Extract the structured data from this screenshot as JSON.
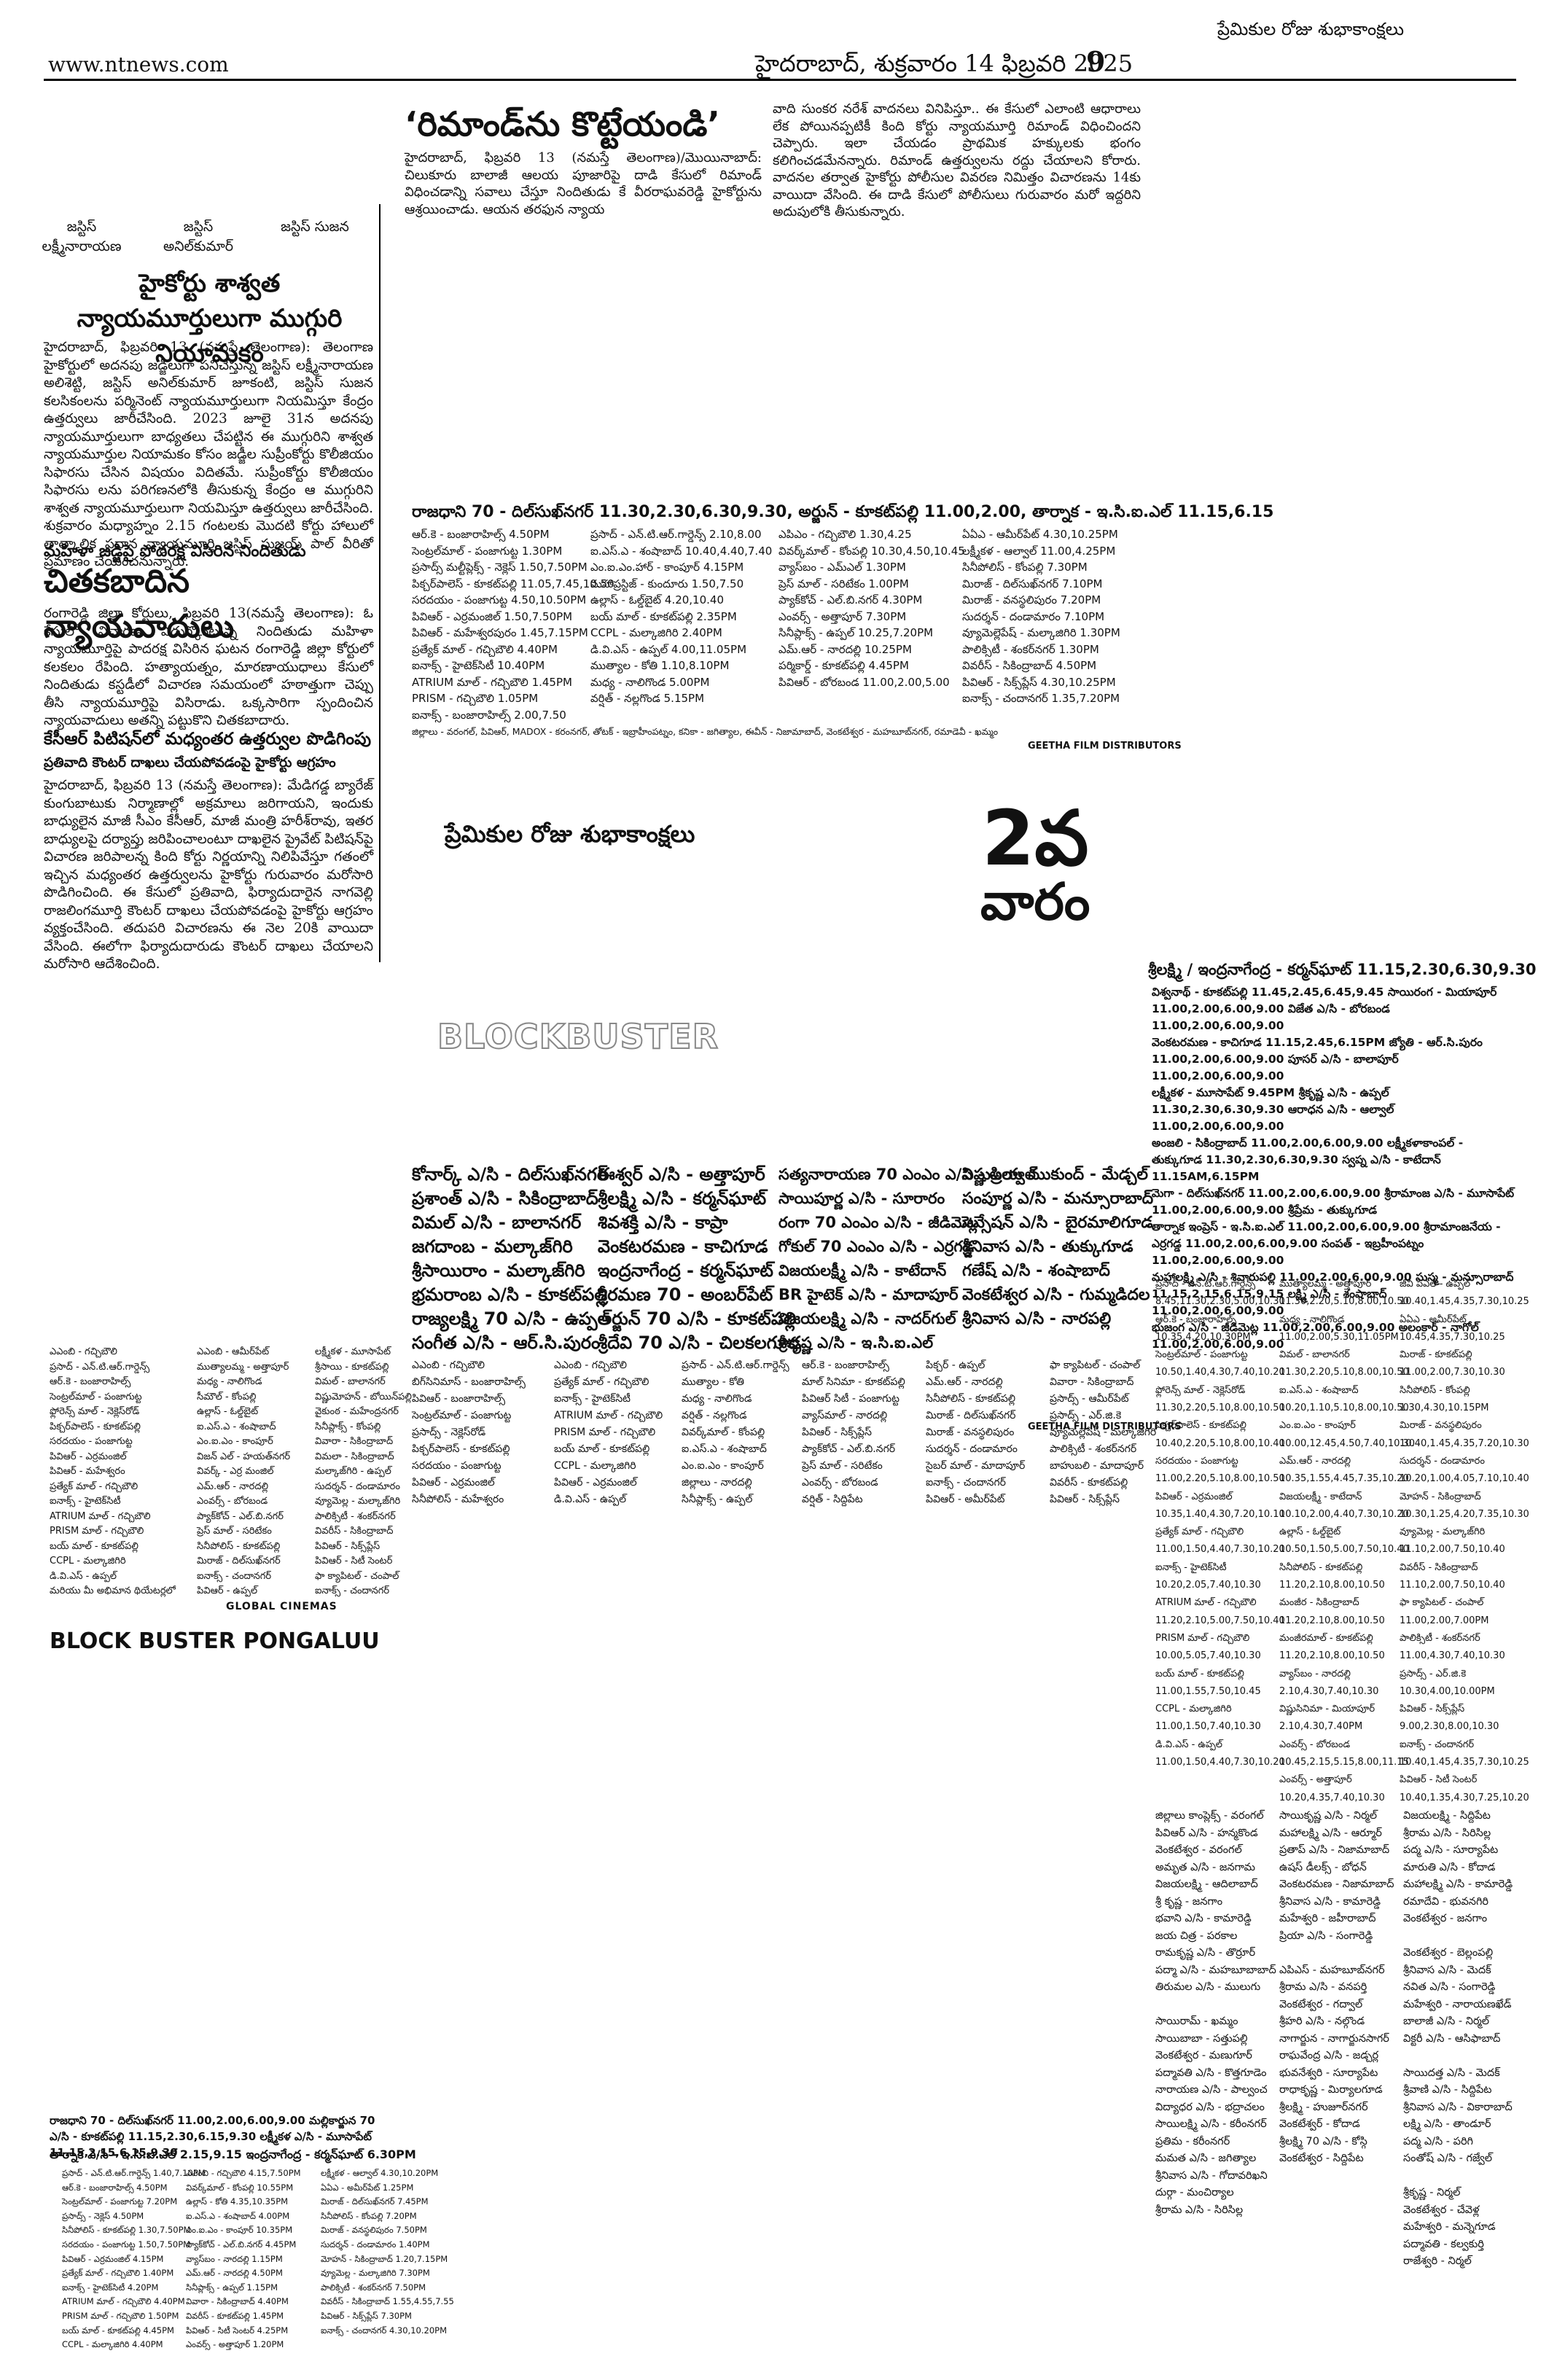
{
  "header": {
    "site": "www.ntnews.com",
    "dateline": "హైదరాబాద్‌, శుక్రవారం 14 ఫిబ్రవరి 2025",
    "page_number": "9",
    "top_right": "ప్రేమికుల రోజు శుభాకాంక్షలు"
  },
  "judges": [
    "జస్టిస్ లక్ష్మీనారాయణ",
    "జస్టిస్ అనిల్‌కుమార్",
    "జస్టిస్ సుజన"
  ],
  "article1": {
    "title": "హైకోర్టు శాశ్వత న్యాయమూర్తులుగా ముగ్గురి నియామకం",
    "body": "హైదరాబాద్‌, ఫిబ్రవరి 13 (నమస్తే తెలంగాణ): తెలంగాణ హైకోర్టులో అదనపు జడ్జీలుగా పనిచేస్తున్న జస్టిస్ లక్ష్మీనారాయణ అలిశెట్టి, జస్టిస్ అనిల్‌కుమార్ జూకంటి, జస్టిస్ సుజన కలసికంలను పర్మినెంట్ న్యాయమూర్తులుగా నియమిస్తూ కేంద్రం ఉత్తర్వులు జారీచేసింది. 2023 జూలై 31న అదనపు న్యాయమూర్తులుగా బాధ్యతలు చేపట్టిన ఈ ముగ్గురిని శాశ్వత న్యాయమూర్తుల నియామకం కోసం జడ్జీల సుప్రీంకోర్టు కొలీజియం సిఫారసు చేసిన విషయం విదితమే. సుప్రీంకోర్టు కొలీజియం సిఫారసు లను పరిగణనలోకి తీసుకున్న కేంద్రం ఆ ముగ్గురిని శాశ్వత న్యాయమూర్తులుగా నియమిస్తూ ఉత్తర్వులు జారీచేసింది. శుక్రవారం మధ్యాహ్నం 2.15 గంటలకు మొదటి కోర్టు హాలులో తాత్కాలిక ప్రధాన న్యాయమూర్తి జస్టిస్ సుజయ్ పాల్ వీరితో ప్రమాణం చేయించనున్నారు."
  },
  "article2": {
    "kicker": "మహిళా జడ్జిపై పోదరక్ష విసిరిన నిందితుడు",
    "title": "చితకబాదిన న్యాయవాదులు",
    "body": "రంగారెడ్డి జిల్లా కోర్టులు, ఫిబ్రవరి 13(నమస్తే తెలంగాణ): ఓ కేసులో విచారణ ఎదుర్కొంటున్న నిందితుడు మహిళా న్యాయమూర్తిపై పాదరక్ష విసిరిన ఘటన రంగారెడ్డి జిల్లా కోర్టులో కలకలం రేపింది. హత్యాయత్నం, మారణాయుధాలు కేసులో నిందితుడు కస్టడీలో విచారణ సమయంలో హఠాత్తుగా చెప్పు తీసి న్యాయమూర్తిపై విసిరాడు. ఒక్కసారిగా స్పందించిన న్యాయవాదులు అతన్ని పట్టుకొని చితకబాదారు."
  },
  "article3": {
    "kicker": "కేసీఆర్ పిటిషన్‌లో మధ్యంతర ఉత్తర్వుల పొడిగింపు",
    "subkicker": "ప్రతివాది కౌంటర్ దాఖలు చేయపోవడంపై హైకోర్టు ఆగ్రహం",
    "body": "హైదరాబాద్‌, ఫిబ్రవరి 13 (నమస్తే తెలంగాణ): మేడిగడ్డ బ్యారేజ్ కుంగుబాటుకు నిర్మాణాల్లో అక్రమాలు జరిగాయని, ఇందుకు బాధ్యులైన మాజీ సీఎం కేసీఆర్, మాజీ మంత్రి హరీశ్‌రావు, ఇతర బాధ్యులపై దర్యాప్తు జరిపించాలంటూ దాఖలైన ప్రైవేట్ పిటిషన్‌పై విచారణ జరిపాలన్న కింది కోర్టు నిర్ణయాన్ని నిలిపివేస్తూ గతంలో ఇచ్చిన మధ్యంతర ఉత్తర్వులను హైకోర్టు గురువారం మరోసారి పొడిగించింది. ఈ కేసులో ప్రతివాది, ఫిర్యాదుదారైన నాగవెల్లి రాజలింగమూర్తి కౌంటర్ దాఖలు చేయపోవడంపై హైకోర్టు ఆగ్రహం వ్యక్తంచేసింది. తదుపరి విచారణను ఈ నెల 20కి వాయిదా వేసింది. ఈలోగా ఫిర్యాదుదారుడు కౌంటర్ దాఖలు చేయాలని మరోసారి ఆదేశించింది."
  },
  "article4": {
    "title": "‘రిమాండ్‌ను కొట్టేయండి’",
    "col1": "హైదరాబాద్‌, ఫిబ్రవరి 13 (నమస్తే తెలంగాణ)/మొయినాబాద్: చిలుకూరు బాలాజీ ఆలయ పూజారిపై దాడి కేసులో రిమాండ్ విధించడాన్ని సవాలు చేస్తూ నిందితుడు కే వీరరాఘవరెడ్డి హైకోర్టును ఆశ్రయించాడు. ఆయన తరఫున న్యాయ",
    "col2": "వాది సుంకర నరేశ్ వాదనలు వినిపిస్తూ.. ఈ కేసులో ఎలాంటి ఆధారాలు లేక పోయినప్పటికీ కింది కోర్టు న్యాయమూర్తి రిమాండ్ విధించిందని చెప్పారు. ఇలా చేయడం ప్రాథమిక హక్కులకు భంగం కలిగించడమేనన్నారు. రిమాండ్ ఉత్తర్వులను రద్దు చేయాలని కోరారు. వాదనల తర్వాత హైకోర్టు పోలీసుల వివరణ నిమిత్తం విచారణను 14కు వాయిదా వేసింది. ఈ దాడి కేసులో పోలీసులు గురువారం మరో ఇద్దరిని అదుపులోకి తీసుకున్నారు."
  },
  "ad1": {
    "headline": "రాజధాని 70 - దిల్‌సుఖ్‌నగర్ 11.30,2.30,6.30,9.30, అర్జున్ - కూకట్‌పల్లి 11.00,2.00, తార్నాక - ఇ.సి.ఐ.ఎల్ 11.15,6.15",
    "col1": "ఆర్.కె - బంజారాహిల్స్ 4.50PM\nసెంట్రల్‌మాల్ - పంజాగుట్ట 1.30PM\nప్రసాద్స్ మల్టీప్లెక్స్ - నెక్లెస్ 1.50,7.50PM\nపిక్చర్‌పాలెస్ - కూకట్‌పల్లి 11.05,7.45,10.50\nసరదయం - పంజాగుట్ట 4.50,10.50PM\nపివిఆర్ - ఎర్రమంజిల్ 1.50,7.50PM\nపివిఆర్ - మహేశ్వరపురం 1.45,7.15PM\nప్రత్యేక్ మాల్ - గచ్చిబౌలి 4.40PM\nఐనాక్స్ - హైటెక్‌సిటీ 10.40PM\nATRIUM మాల్ - గచ్చిబౌలి 1.45PM\nPRISM - గచ్చిబౌలి 1.05PM\nఐనాక్స్ - బంజారాహిల్స్ 2.00,7.50",
    "col2": "ప్రసాద్ - ఎన్.టి.ఆర్.గార్డెన్స్ 2.10,8.00\nఐ.ఎస్.ఎ - శంషాబాద్ 10.40,4.40,7.40\nఎం.ఐ.ఎం.హార్ - కాంపూర్ 4.15PM\nమహాప్రస్టిజ్ - కుందూరు 1.50,7.50\nఉల్లాస్ - ఓల్డ్‌బైట్ 4.20,10.40\nబయ్ మాల్ - కూకట్‌పల్లి 2.35PM\nCCPL - మల్కాజిగిరి 2.40PM\nడి.వి.ఎస్ - ఉప్పల్ 4.00,11.05PM\nముత్యాల - కోతి 1.10,8.10PM\nమధ్య - నాలిగొండ 5.00PM\nవర్షిత్ - నల్లగొండ 5.15PM",
    "col3": "ఎపిఎం - గచ్చిబౌలి 1.30,4.25\nవివర్క్‌మాల్ - కోంపల్లి 10.30,4.50,10.45\nవ్యాస్‌బం - ఎమ్‌ఎల్ 1.30PM\nప్రెస్ మాల్ - సరిటేకం 1.00PM\nప్యాక్‌కోచ్ - ఎల్.బి.నగర్ 4.30PM\nఎంవర్స్ - అత్తాపూర్ 7.30PM\nసినీప్లాక్స్ - ఉప్పల్ 10.25,7.20PM\nఎమ్.ఆర్ - నారదల్లి 10.25PM\nపర్మికార్డ్ - కూకట్‌పల్లి 4.45PM\nపివిఆర్ - బోరబండ 11.00,2.00,5.00",
    "col4": "ఏఏఎ - ఆమీర్‌పేట్ 4.30,10.25PM\nలక్ష్మీకళ - ఆల్వాల్ 11.00,4.25PM\nసినీపోలిస్ - కోంపల్లి 7.30PM\nమిరాజ్ - దిల్‌సుఖ్‌నగర్ 7.10PM\nమిరాజ్ - వనస్థలిపురం 7.20PM\nసుదర్శన్ - దండామారం 7.10PM\nవ్యూమెల్లెపేష్ - మల్కాజిగిరి 1.30PM\nపాలిక్సిటీ - శంకర్‌నగర్ 1.30PM\nవివరీస్ - సికింద్రాబాద్ 4.50PM\nపివిఆర్ - సిక్స్‌ప్లేస్ 4.30,10.25PM\nఐనాక్స్ - చందానగర్ 1.35,7.20PM",
    "footer": "జిల్లాలు - వరంగల్, పివిఆర్, MADOX - కరంనగర్, తోటక్ - ఇబ్రాహీంపట్నం, కనికా - జగిత్యాల, ఈవీన్ - నిజామాబాద్, వెంకటేశ్వర - మహబూబ్‌నగర్, రమాడెవీ - ఖమ్మం",
    "distributor": "GEETHA FILM DISTRIBUTORS"
  },
  "mid_ad": {
    "wishes": "ప్రేమికుల రోజు శుభాకాంక్షలు",
    "week_number": "2వ",
    "week_word": "వారం",
    "blockbuster": "BLOCKBUSTER"
  },
  "ad2": {
    "big_col1": "కోనార్క్ ఎ/సి - దిల్‌సుఖ్‌నగర్\nప్రశాంత్ ఎ/సి - సికింద్రాబాద్\nవిమల్ ఎ/సి - బాలానగర్\nజగదాంబ - మల్కాజ్‌గిరి\nశ్రీసాయిరాం - మల్కాజ్‌గిరి\nభ్రమరాంబ ఎ/సి - కూకట్‌పల్లి\nరాజ్యలక్ష్మి 70 ఎ/సి - ఉప్పల్\nసంగీత ఎ/సి - ఆర్.సి.పురం",
    "big_col2": "ఈశ్వర్ ఎ/సి - అత్తాపూర్\nశ్రీలక్ష్మి ఎ/సి - కర్మన్‌ఘాట్\nశివశక్తి ఎ/సి - కాప్రా\nవెంకటరమణ - కాచిగూడ\nఇంద్రనాగేంద్ర - కర్మన్‌ఘాట్\nశ్రీరమణ 70 - అంబర్‌పేట్\nఅర్జున్ 70 ఎ/సి - కూకట్‌పల్లి\nశ్రీదేవి 70 ఎ/సి - చిలకలగూడ",
    "big_col3": "సత్యనారాయణ 70 ఎంఎం ఎ/సి - అల్వాల్\nసాయిపూర్ణ ఎ/సి - సూరారం\nరంగా 70 ఎంఎం ఎ/సి - జీడిమెట్ల\nగోకుల్ 70 ఎంఎం ఎ/సి - ఎర్రగడ్డ\nవిజయలక్ష్మీ ఎ/సి - కాటేదాన్\nBR హైటెక్ ఎ/సి - మాదాపూర్\nవిజయలక్ష్మి ఎ/సి - నాదర్‌గుల్\nశ్రీకృష్ణ ఎ/సి - ఇ.సి.ఐ.ఎల్",
    "big_col4": "విష్ణుప్రియ ముకుంద్ - మేడ్చల్\nసంపూర్ణ ఎ/సి - మన్సూరాబాద్\nసెన్సేషన్ ఎ/సి - బైరమాలిగూడ\nశ్రీనివాస ఎ/సి - తుక్కుగూడ\nగణేష్ ఎ/సి - శంషాబాద్\nవెంకటేశ్వర ఎ/సి - గుమ్మడిదల\nశ్రీనివాస ఎ/సి - నారపల్లి",
    "small_col1": "ఎఎంబి - గచ్చిబౌలి\nబిగ్‌సినిమాస్ - బంజారాహిల్స్\nపివిఆర్ - బంజారాహిల్స్\nసెంట్రల్‌మాల్ - పంజాగుట్ట\nప్రసాద్స్ - నెక్లెస్‌రోడ్\nపిక్చర్‌పాలెస్ - కూకట్‌పల్లి\nసరదయం - పంజాగుట్ట\nపివిఆర్ - ఎర్రమంజిల్\nసినీపోలిస్ - మహేశ్వరం",
    "small_col2": "ఎఎంబి - గచ్చిబౌలి\nప్రత్యేక్ మాల్ - గచ్చిబౌలి\nఐనాక్స్ - హైటెక్‌సిటీ\nATRIUM మాల్ - గచ్చిబౌలి\nPRISM మాల్ - గచ్చిబౌలి\nబయ్ మాల్ - కూకట్‌పల్లి\nCCPL - మల్కాజిగిరి\nపివిఆర్ - ఎర్రమంజిల్\nడి.వి.ఎస్ - ఉప్పల్",
    "small_col3": "ప్రసాద్ - ఎన్.టి.ఆర్.గార్డెన్స్\nముత్యాల - కోతి\nమధ్య - నాలిగొండ\nవర్షిత్ - నల్లగొండ\nవివర్క్‌మాల్ - కోంపల్లి\nఐ.ఎస్.ఎ - శంషాబాద్\nఎం.ఐ.ఎం - కాంపూర్\nజిల్లాలు - నారదల్లి\nసినీప్లాక్స్ - ఉప్పల్",
    "small_col4": "ఆర్.కె - బంజారాహిల్స్\nమాల్ సినిమా - కూకట్‌పల్లి\nపివిఆర్ సిటీ - పంజాగుట్ట\nవ్యాస్‌మాల్ - నారదల్లి\nపివిఆర్ - సిక్స్‌ప్లేస్\nప్యాక్‌కోచ్ - ఎల్.బి.నగర్\nప్రెస్ మాల్ - సరిటేకం\nఎంవర్స్ - బోరబండ\nవర్షిత్ - సిద్దిపేట",
    "small_col5": "పిక్చర్ - ఉప్పల్\nఎమ్.ఆర్ - నారదల్లి\nసినీపోలిస్ - కూకట్‌పల్లి\nమిరాజ్ - దిల్‌సుఖ్‌నగర్\nమిరాజ్ - వనస్థలిపురం\nసుదర్శన్ - దండామారం\nసైబర్ మాల్ - మాదాపూర్\nఐనాక్స్ - చందానగర్\nపివిఆర్ - అమీర్‌పేట్",
    "small_col6": "ఫా క్యాపిటల్ - చంపాల్\nవివారా - సికింద్రాబాద్\nప్రసాద్స్ - ఆమీర్‌పేట్\nప్రసాద్స్ - ఎర్.జి.కె\nవ్యూమెల్లెపేష్ - మల్కాజిగిరి\nపాలిక్సిటీ - శంకర్‌నగర్\nబాహుబలి - మాదాపూర్\nవివరీస్ - కూకట్‌పల్లి\nపివిఆర్ - సిక్స్‌ప్లేస్",
    "distributor": "GEETHA FILM DISTRIBUTORS"
  },
  "ad3": {
    "col1": "ఎఎంబి - గచ్చిబౌలి\nప్రసాద్ - ఎన్.టి.ఆర్.గార్డెన్స్\nఆర్.కె - బంజారాహిల్స్\nసెంట్రల్‌మాల్ - పంజాగుట్ట\nఫ్లోరెన్స్ మాల్ - నెక్లెస్‌రోడ్\nపిక్చర్‌పాలెస్ - కూకట్‌పల్లి\nసరదయం - పంజాగుట్ట\nపివిఆర్ - ఎర్రమంజిల్\nపివిఆర్ - మహేశ్వరం\nప్రత్యేక్ మాల్ - గచ్చిబౌలి\nఐనాక్స్ - హైటెక్‌సిటీ\nATRIUM మాల్ - గచ్చిబౌలి\nPRISM మాల్ - గచ్చిబౌలి\nబయ్ మాల్ - కూకట్‌పల్లి\nCCPL - మల్కాజిగిరి\nడి.వి.ఎస్ - ఉప్పల్\nమరియు మీ అభిమాన థియేటర్లలో",
    "col2": "ఎఎంబి - ఆమీర్‌పేట్\nముత్యాలమ్మ - అత్తాపూర్\nమధ్య - నాలిగొండ\nసీమౌల్ - కోంపల్లి\nఉల్లాస్ - ఓల్డ్‌బైట్\nఐ.ఎస్.ఎ - శంషాబాద్\nఎం.ఐ.ఎం - కాంపూర్\nవిజన్ ఎల్ - హయత్‌నగర్\nవివర్క్ - ఎర్ర మంజిల్\nఎమ్.ఆర్ - నారదల్లి\nఎంవర్స్ - బోరబండ\nప్యాక్‌కోచ్ - ఎల్.బి.నగర్\nప్రెస్ మాల్ - సరిటేకం\nసినీపోలిస్ - కూకట్‌పల్లి\nమిరాజ్ - దిల్‌సుఖ్‌నగర్\nఐనాక్స్ - చందానగర్\nపివిఆర్ - ఉప్పల్",
    "col3": "లక్ష్మీకళ - మూసాపేట్\nశ్రీసాయి - కూకట్‌పల్లి\nవిమల్ - బాలానగర్\nవిష్ణుమోహన్ - బోయిన్‌పల్లి\nవైకుంఠ - మహేంద్రనగర్\nసినీప్లాక్స్ - కోంపల్లి\nవివారా - సికింద్రాబాద్\nవిమలా - సికింద్రాబాద్\nమల్కాజ్‌గిరి - ఉప్పల్\nసుదర్శన్ - దండామారం\nవ్యూమెల్ల - మల్కాజ్‌గిరి\nపాలిక్సిటీ - శంకర్‌నగర్\nవివరీస్ - సికింద్రాబాద్\nపివిఆర్ - సిక్స్‌ప్లేస్\nపివిఆర్ - సిటీ సెంటర్\nఫా క్యాపిటల్ - చంపాల్\nఐనాక్స్ - చందానగర్",
    "global": "GLOBAL CINEMAS",
    "banner": "BLOCK BUSTER PONGALUU"
  },
  "ad4": {
    "headline": "రాజధాని 70 - దిల్‌సుఖ్‌నగర్ 11.00,2.00,6.00,9.00   మల్లికార్జున 70 ఎ/సి - కూకట్‌పల్లి 11.15,2.30,6.15,9.30   లక్ష్మీకళ ఎ/సి - మూసాపేట్ 11.15,2.15,6.15,9.30",
    "line2": "తార్నాక ఎ/సి - ఇ.సి.ఐ.ఎల్ 2.15,9.15   ఇంద్రనాగేంద్ర - కర్మన్‌ఘాట్ 6.30PM",
    "col1": "ప్రసాద్ - ఎన్.టి.ఆర్.గార్డెన్స్ 1.40,7.10PM\nఆర్.కె - బంజారాహిల్స్ 4.50PM\nసెంట్రల్‌మాల్ - పంజాగుట్ట 7.20PM\nప్రసాద్స్ - నెక్లెస్ 4.50PM\nసినీపోలిస్ - కూకట్‌పల్లి 1.30,7.50PM\nసరదయం - పంజాగుట్ట 1.50,7.50PM\nపివిఆర్ - ఎర్రమంజిల్ 4.15PM\nప్రత్యేక్ మాల్ - గచ్చిబౌలి 1.40PM\nఐనాక్స్ - హైటెక్‌సిటీ 4.20PM\nATRIUM మాల్ - గచ్చిబౌలి 4.40PM\nPRISM మాల్ - గచ్చిబౌలి 1.50PM\nబయ్ మాల్ - కూకట్‌పల్లి 4.45PM\nCCPL - మల్కాజిగిరి 4.40PM",
    "col2": "ఎఎంబి - గచ్చిబౌలి 4.15,7.50PM\nవివర్క్‌మాల్ - కోంపల్లి 10.55PM\nఉల్లాస్ - కోతి 4.35,10.35PM\nఐ.ఎస్.ఎ - శంషాబాద్ 4.00PM\nఎం.ఐ.ఎం - కాంపూర్ 10.35PM\nప్యాక్‌కోచ్ - ఎల్.బి.నగర్ 4.45PM\nవ్యాస్‌బం - నారదల్లి 1.15PM\nఎమ్.ఆర్ - నారదల్లి 4.50PM\nసినీప్లాక్స్ - ఉప్పల్ 1.15PM\nవివారా - సికింద్రాబాద్ 4.40PM\nవివరీస్ - కూకట్‌పల్లి 1.45PM\nపివిఆర్ - సిటీ సెంటర్ 4.25PM\nఎంవర్స్ - అత్తాపూర్ 1.20PM",
    "col3": "లక్ష్మీకళ - ఆల్వాల్ 4.30,10.20PM\nఏఏఎ - అమీర్‌పేట్ 1.25PM\nమిరాజ్ - దిల్‌సుఖ్‌నగర్ 7.45PM\nసినీపోలిస్ - కోంపల్లి 7.20PM\nమిరాజ్ - వనస్థలిపురం 7.50PM\nసుదర్శన్ - దండామారం 1.40PM\nమోహన్ - సికింద్రాబాద్ 1.20,7.15PM\nవ్యూమెల్ల - మల్కాజిగిరి 7.30PM\nపాలిక్సిటీ - శంకర్‌నగర్ 7.50PM\nవివరీస్ - సికింద్రాబాద్ 1.55,4.55,7.55\nపివిఆర్ - సిక్స్‌ప్లేస్ 7.30PM\nఐనాక్స్ - చందానగర్ 4.30,10.20PM"
  },
  "right_ad": {
    "headline": "శ్రీలక్ష్మి / ఇంద్రనాగేంద్ర - కర్మన్‌ఘాట్ 11.15,2.30,6.30,9.30",
    "big_rows": [
      "విశ్వనాథ్ - కూకట్‌పల్లి 11.45,2.45,6.45,9.45   సాయిరంగ - మియాపూర్ 11.00,2.00,6.00,9.00   విజేత ఎ/సి - బోరబండ 11.00,2.00,6.00,9.00",
      "వెంకటరమణ - కాచిగూడ 11.15,2.45,6.15PM   జ్యోతి - ఆర్.సి.పురం 11.00,2.00,6.00,9.00   పూసర్ ఎ/సి - బాలాపూర్ 11.00,2.00,6.00,9.00",
      "లక్ష్మీకళ - మూసాపేట్ 9.45PM   శ్రీకృష్ణ ఎ/సి - ఉప్పల్ 11.30,2.30,6.30,9.30   ఆరాధన ఎ/సి - ఆల్వాల్ 11.00,2.00,6.00,9.00",
      "అంజలి - సికింద్రాబాద్ 11.00,2.00,6.00,9.00   లక్ష్మీకళాకాంపల్ - తుక్కుగూడ 11.30,2.30,6.30,9.30   స్వప్న ఎ/సి - కాటేదాన్ 11.15AM,6.15PM",
      "మెగా - దిల్‌సుఖ్‌నగర్ 11.00,2.00,6.00,9.00   శ్రీరామాంజ ఎ/సి - మూసాపేట్ 11.00,2.00,6.00,9.00   శ్రీప్రేమ - తుక్కుగూడ",
      "తార్నాక ఇంప్రెస్ - ఇ.సి.ఐ.ఎల్ 11.00,2.00,6.00,9.00   శ్రీరామాంజనేయ - ఎర్రగడ్డ 11.00,2.00,6.00,9.00   సంపత్ - ఇబ్రహీంపట్నం 11.00,2.00,6.00,9.00",
      "మహాలక్ష్మి ఎ/సి - శివారుపల్లి 11.00,2.00,6.00,9.00   సుస్మ - మన్సూరాబాద్ 11.15,2.15,6.15,9.15   లక్ష్మి ఎ/సి - శంషాబాద్ 11.00,2.00,6.00,9.00",
      "భుజంగ ఎ/సి - జీడిమెట్ల 11.00,2.00,6.00,9.00   అలంకార్ - నాగోల్ 11.00,2.00,6.00,9.00"
    ],
    "col1": "ప్రసాద్ - ఎన్.టి.ఆర్.గార్డెన్స్\n8.45,11.30,2.30,5.00,10.30\nఆర్.కె - బంజారాహిల్స్\n10.35,4.20,10.30PM\nసెంట్రల్‌మాల్ - పంజాగుట్ట\n10.50,1.40,4.30,7.40,10.20\nఫ్లోరెన్స్ మాల్ - నెక్లెస్‌రోడ్\n11.30,2.20,5.10,8.00,10.50\nపిక్చర్‌పాలెస్ - కూకట్‌పల్లి\n10.40,2.20,5.10,8.00,10.40\nసరదయం - పంజాగుట్ట\n11.00,2.20,5.10,8.00,10.50\nపివిఆర్ - ఎర్రమంజిల్\n10.35,1.40,4.30,7.20,10.10\nప్రత్యేక్ మాల్ - గచ్చిబౌలి\n11.00,1.50,4.40,7.30,10.20\nఐనాక్స్ - హైటెక్‌సిటీ\n10.20,2.05,7.40,10.30\nATRIUM మాల్ - గచ్చిబౌలి\n11.20,2.10,5.00,7.50,10.40\nPRISM మాల్ - గచ్చిబౌలి\n10.00,5.05,7.40,10.30\nబయ్ మాల్ - కూకట్‌పల్లి\n11.00,1.55,7.50,10.45\nCCPL - మల్కాజిగిరి\n11.00,1.50,7.40,10.30\nడి.వి.ఎస్ - ఉప్పల్\n11.00,1.50,4.40,7.30,10.20",
    "col2": "ముత్యాలమ్మ - అత్తాపూర్\n11.30,2.20,5.10,8.00,10.50\nమధ్య - నాలిగొండ\n11.00,2.00,5.30,11.05PM\nవిమల్ - బాలానగర్\n11.30,2.20,5.10,8.00,10.50\nఐ.ఎస్.ఎ - శంషాబాద్\n10.20,1.10,5.10,8.00,10.50\nఎం.ఐ.ఎం - కాంపూర్\n10.00,12.45,4.50,7.40,10.30\nఎమ్.ఆర్ - నారదల్లి\n10.35,1.55,4.45,7.35,10.20\nవిజయలక్ష్మీ - కాటేదాన్\n10.10,2.00,4.40,7.30,10.20\nఉల్లాస్ - ఓల్డ్‌బైట్\n10.50,1.50,5.00,7.50,10.40\nసినీపోలిస్ - కూకట్‌పల్లి\n11.20,2.10,8.00,10.50\nమంజీర - సికింద్రాబాద్\n11.20,2.10,8.00,10.50\nమంజీరమాల్ - కూకట్‌పల్లి\n11.20,2.10,8.00,10.50\nవ్యాస్‌బం - నారదల్లి\n2.10,4.30,7.40,10.30\nవిష్ణుసినిమా - మియాపూర్\n2.10,4.30,7.40PM\nఎంవర్స్ - బోరబండ\n10.45,2.15,5.15,8.00,11.15\nఎంవర్స్ - అత్తాపూర్\n10.20,4.35,7.40,10.30",
    "col3": "జీవి పిఎల్ - ఉప్పల్\n10.40,1.45,4.35,7.30,10.25\nఏఏఎ - అమీర్‌పేట్\n10.45,4.35,7.30,10.25\nమిరాజ్ - కూకట్‌పల్లి\n11.00,2.00,7.30,10.30\nసినీపోలిస్ - కోంపల్లి\n1.30,4.30,10.15PM\nమిరాజ్ - వనస్థలిపురం\n10.40,1.45,4.35,7.20,10.30\nసుదర్శన్ - దండామారం\n10.20,1.00,4.05,7.10,10.40\nమోహన్ - సికింద్రాబాద్\n10.30,1.25,4.20,7.35,10.30\nవ్యూమెల్ల - మల్కాజ్‌గిరి\n11.10,2.00,7.50,10.40\nవివరీస్ - సికింద్రాబాద్\n11.10,2.00,7.50,10.40\nఫా క్యాపిటల్ - చంపాల్\n11.00,2.00,7.00PM\nపాలిక్సిటీ - శంకర్‌నగర్\n11.00,4.30,7.40,10.30\nప్రసాద్స్ - ఎర్.జి.కె\n10.30,4.00,10.00PM\nపివిఆర్ - సిక్స్‌ప్లేస్\n9.00,2.30,8.00,10.30\nఐనాక్స్ - చందానగర్\n10.40,1.45,4.35,7.30,10.25\nపివిఆర్ - సిటీ సెంటర్\n10.40,1.35,4.30,7.25,10.20",
    "dist_col1": "జిల్లాలు కాంప్లెక్స్ - వరంగల్\nపివిఆర్ ఎ/సి - హన్మకొండ\nవెంకటేశ్వర - వరంగల్\nఅమృత ఎ/సి - జనగామ\nవిజయలక్ష్మి - ఆదిలాబాద్\nశ్రీ కృష్ణ - జనగాం\nభవాని ఎ/సి - కామారెడ్డి\nజయ చిత్ర - పరకాల\nరామకృష్ణ ఎ/సి - తొర్రూర్\nపద్మా ఎ/సి - మహబూబాబాద్\nతిరుమల ఎ/సి - ములుగు\n\nసాయిరామ్ - ఖమ్మం\nసాయిబాబా - సత్తుపల్లి\nవెంకటేశ్వర - మణుగూర్\nపద్మావతి ఎ/సి - కొత్తగూడెం\nనారాయణ ఎ/సి - పాల్వంచ\nవిద్యాధర ఎ/సి - భద్రాచలం\nసాయిలక్ష్మి ఎ/సి - కరీంనగర్\nప్రతిమ - కరీంనగర్\nమమత ఎ/సి - జగిత్యాల\nశ్రీనివాస ఎ/సి - గోదావరిఖని\nదుర్గా - మంచిర్యాల\nశ్రీరామ ఎ/సి - సిరిసిల్ల",
    "dist_col2": "సాయికృష్ణ ఎ/సి - నిర్మల్\nమహాలక్ష్మి ఎ/సి - ఆర్మూర్\nప్రతాప్ ఎ/సి - నిజామాబాద్\nఉషస్ డీలక్స్ - బోధన్\nవెంకటరమణ - నిజామాబాద్\nశ్రీనివాస ఎ/సి - కామారెడ్డి\nమహేశ్వరి - జహీరాబాద్\nప్రియా ఎ/సి - సంగారెడ్డి\n\nఎపిఎస్ - మహబూబ్‌నగర్\nశ్రీరామ ఎ/సి - వనపర్తి\nవెంకటేశ్వర - గద్వాల్\nశ్రీహరి ఎ/సి - నల్గొండ\nనాగార్జున - నాగార్జునసాగర్\nరాఘవేంద్ర ఎ/సి - జడ్చర్ల\nభువనేశ్వరి - సూర్యాపేట\nరాధాకృష్ణ - మిర్యాలగూడ\nశ్రీలక్ష్మి - హుజూర్‌నగర్\nవెంకటేశ్వర్ - కోదాడ\nశ్రీలక్ష్మి 70 ఎ/సి - కోస్గి\nవెంకటేశ్వర - సిద్దిపేట",
    "dist_col3": "విజయలక్ష్మి - సిద్దిపేట\nశ్రీరామ ఎ/సి - సిరిసిల్ల\nపద్మ ఎ/సి - సూర్యాపేట\nమారుతి ఎ/సి - కోదాడ\nమహాలక్ష్మి ఎ/సి - కామారెడ్డి\nరమాదేవి - భువనగిరి\nవెంకటేశ్వర - జనగాం\n\nవెంకటేశ్వర - బెల్లంపల్లి\nశ్రీనివాస ఎ/సి - మెదక్\nనవిత ఎ/సి - సంగారెడ్డి\nమహేశ్వరి - నారాయణఖేడ్\nబాలాజీ ఎ/సి - నిర్మల్\nవిక్టరీ ఎ/సి - ఆసిఫాబాద్\n\nసాయిదత్త ఎ/సి - మెదక్\nశ్రీవాణి ఎ/సి - సిద్దిపేట\nశ్రీనివాస ఎ/సి - వికారాబాద్\nలక్ష్మి ఎ/సి - తాండూర్\nపద్మ ఎ/సి - పరిగి\nసంతోష్ ఎ/సి - గజ్వేల్\n\nశ్రీకృష్ణ - నిర్మల్\nవెంకటేశ్వర - చేవెళ్ల\nమహేశ్వరి - మన్నెగూడ\nపద్మావతి - కల్వకుర్తి\nరాజేశ్వరి - నిర్మల్"
  }
}
